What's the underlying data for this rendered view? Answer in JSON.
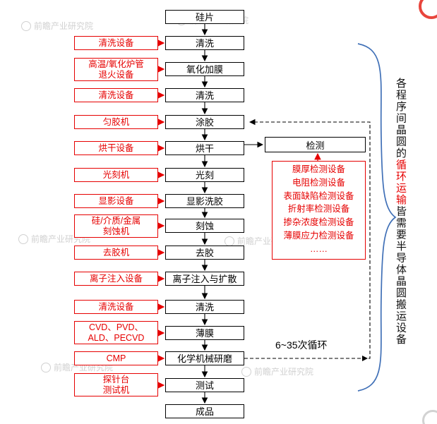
{
  "flow": {
    "steps": [
      "硅片",
      "清洗",
      "氧化加膜",
      "清洗",
      "涂胶",
      "烘干",
      "光刻",
      "显影洗胶",
      "刻蚀",
      "去胶",
      "离子注入与扩散",
      "清洗",
      "薄膜",
      "化学机械研磨",
      "测试",
      "成品"
    ]
  },
  "equipment": {
    "items": [
      "清洗设备",
      "高温/氧化炉管\n退火设备",
      "清洗设备",
      "匀胶机",
      "烘干设备",
      "光刻机",
      "显影设备",
      "硅/介质/金属\n刻蚀机",
      "去胶机",
      "离子注入设备",
      "清洗设备",
      "CVD、PVD、\nALD、PECVD",
      "CMP",
      "探针台\n测试机"
    ]
  },
  "detection": {
    "label": "检测",
    "equipment_list": "膜厚检测设备\n电阻检测设备\n表面缺陷检测设备\n折射率检测设备\n掺杂浓度检测设备\n薄膜应力检测设备\n……"
  },
  "cycle_label": "6~35次循环",
  "side_note": {
    "pre": "各程序间晶圆的",
    "highlight": "循环运输",
    "post": "皆需要半导体晶圆搬运设备"
  },
  "watermark": {
    "text": "前瞻产业研究院"
  },
  "colors": {
    "red": "#e60000",
    "blue": "#4070b7"
  }
}
